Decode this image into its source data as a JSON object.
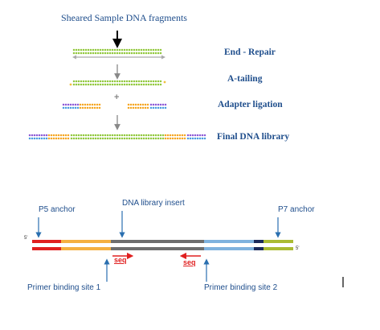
{
  "title": "Sheared Sample DNA fragments",
  "steps": [
    {
      "label": "End - Repair"
    },
    {
      "label": "A-tailing"
    },
    {
      "label": "Adapter ligation"
    },
    {
      "label": "Final DNA library"
    }
  ],
  "plus_sign": "+",
  "strand_ends": {
    "five_prime_top": "5'",
    "five_prime_bottom": "5'"
  },
  "bottom_labels": {
    "p5_anchor": "P5 anchor",
    "insert": "DNA library insert",
    "p7_anchor": "P7 anchor",
    "primer_site_1": "Primer binding site 1",
    "primer_site_2": "Primer binding site 2",
    "seq_forward": "seq",
    "seq_reverse": "seq"
  },
  "colors": {
    "label_blue": "#1f4e8c",
    "dna_green": "#92c83e",
    "adapter_orange": "#f5a623",
    "adapter_purple": "#8e5ad6",
    "adapter_blue": "#4a9ee0",
    "segment_red": "#e02020",
    "segment_orange": "#f5b041",
    "segment_gray": "#6e6e6e",
    "segment_lightblue": "#7fb2de",
    "segment_navy": "#1b2a5a",
    "segment_olive": "#aabb33",
    "arrow_red": "#e02020"
  }
}
